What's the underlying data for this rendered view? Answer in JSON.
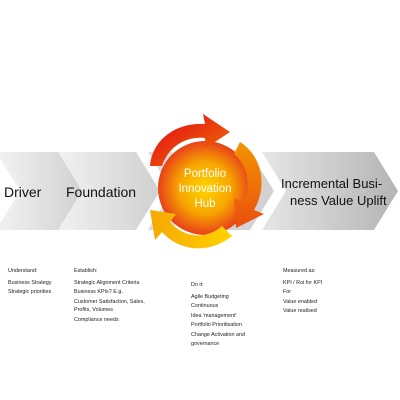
{
  "colors": {
    "chevron_light": "#ececec",
    "chevron_dark": "#b7b7b7",
    "hub_center": "#ffd400",
    "hub_mid": "#f39a00",
    "hub_edge": "#e5201e",
    "hub_text": "#ffffff",
    "label_text": "#111111",
    "body_text": "#222222"
  },
  "diagram": {
    "stages": [
      {
        "label": "Driver"
      },
      {
        "label": "Foundation"
      },
      {
        "label_lines": [
          "Incremental Busi-",
          "ness Value Uplift"
        ]
      }
    ],
    "hub": {
      "label_lines": [
        "Portfolio",
        "Innovation",
        "Hub"
      ],
      "icon": "circular-arrows-icon"
    }
  },
  "columns": [
    {
      "heading": "Understand:",
      "items": [
        "Business Strategy",
        "Strategic priorities"
      ]
    },
    {
      "heading": "Establish:",
      "items": [
        "Strategic Alignment Criteria",
        "Business KPIs? E.g.",
        "Customer Satisfaction, Sales,",
        "Profits, Volumes",
        "Compliance needs"
      ]
    },
    {
      "heading": "Do it:",
      "items": [
        "Agile Budgeting",
        "Continuous",
        "Idea 'management'",
        "Portfolio Prioritisation",
        "Change Activation and",
        "governance"
      ]
    },
    {
      "heading": "Measured as:",
      "items": [
        "KPI / Roi for KPI",
        "For",
        "Value enabled",
        "Value realised"
      ]
    }
  ]
}
